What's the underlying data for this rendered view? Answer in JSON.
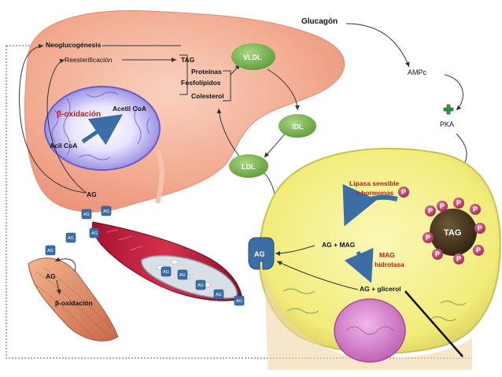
{
  "liver": {
    "neoglucogenesis": "Neoglucogénesis",
    "reesterification": "Reesterificación",
    "tag": "TAG",
    "proteins": "Proteínas",
    "phospholipids": "Fosfolípidos",
    "cholesterol": "Colesterol"
  },
  "mitochondrion": {
    "beta_oxidation": "β-oxidación",
    "acetyl_coa": "Acetil CoA",
    "acyl_coa": "Acil CoA"
  },
  "lipoproteins": {
    "vldl": "VLDL",
    "idl": "IDL",
    "ldl": "LDL"
  },
  "signaling": {
    "glucagon": "Glucagón",
    "ampc": "AMPc",
    "pka": "PKA"
  },
  "adipocyte": {
    "lipase": "Lipasa sensible\na hormonas",
    "tag": "TAG",
    "ag_mag": "AG + MAG",
    "mag_lipase": "MAG\nhidrolasa",
    "ag_glycerol": "AG + glicerol",
    "ag_channel": "AG",
    "phospho": "P"
  },
  "blood": {
    "ag_token": "AG"
  },
  "muscle": {
    "ag": "AG",
    "beta_oxidation": "β-oxidación"
  },
  "liver_ag": "AG",
  "colors": {
    "liver": "#f2a98f",
    "lipoprotein": "#7cb552",
    "adipocyte": "#f5f08a",
    "tag_droplet": "#4b3a22",
    "phospho": "#c2366a",
    "carrier": "#3a6ea5",
    "label_red": "#c21a1a"
  }
}
